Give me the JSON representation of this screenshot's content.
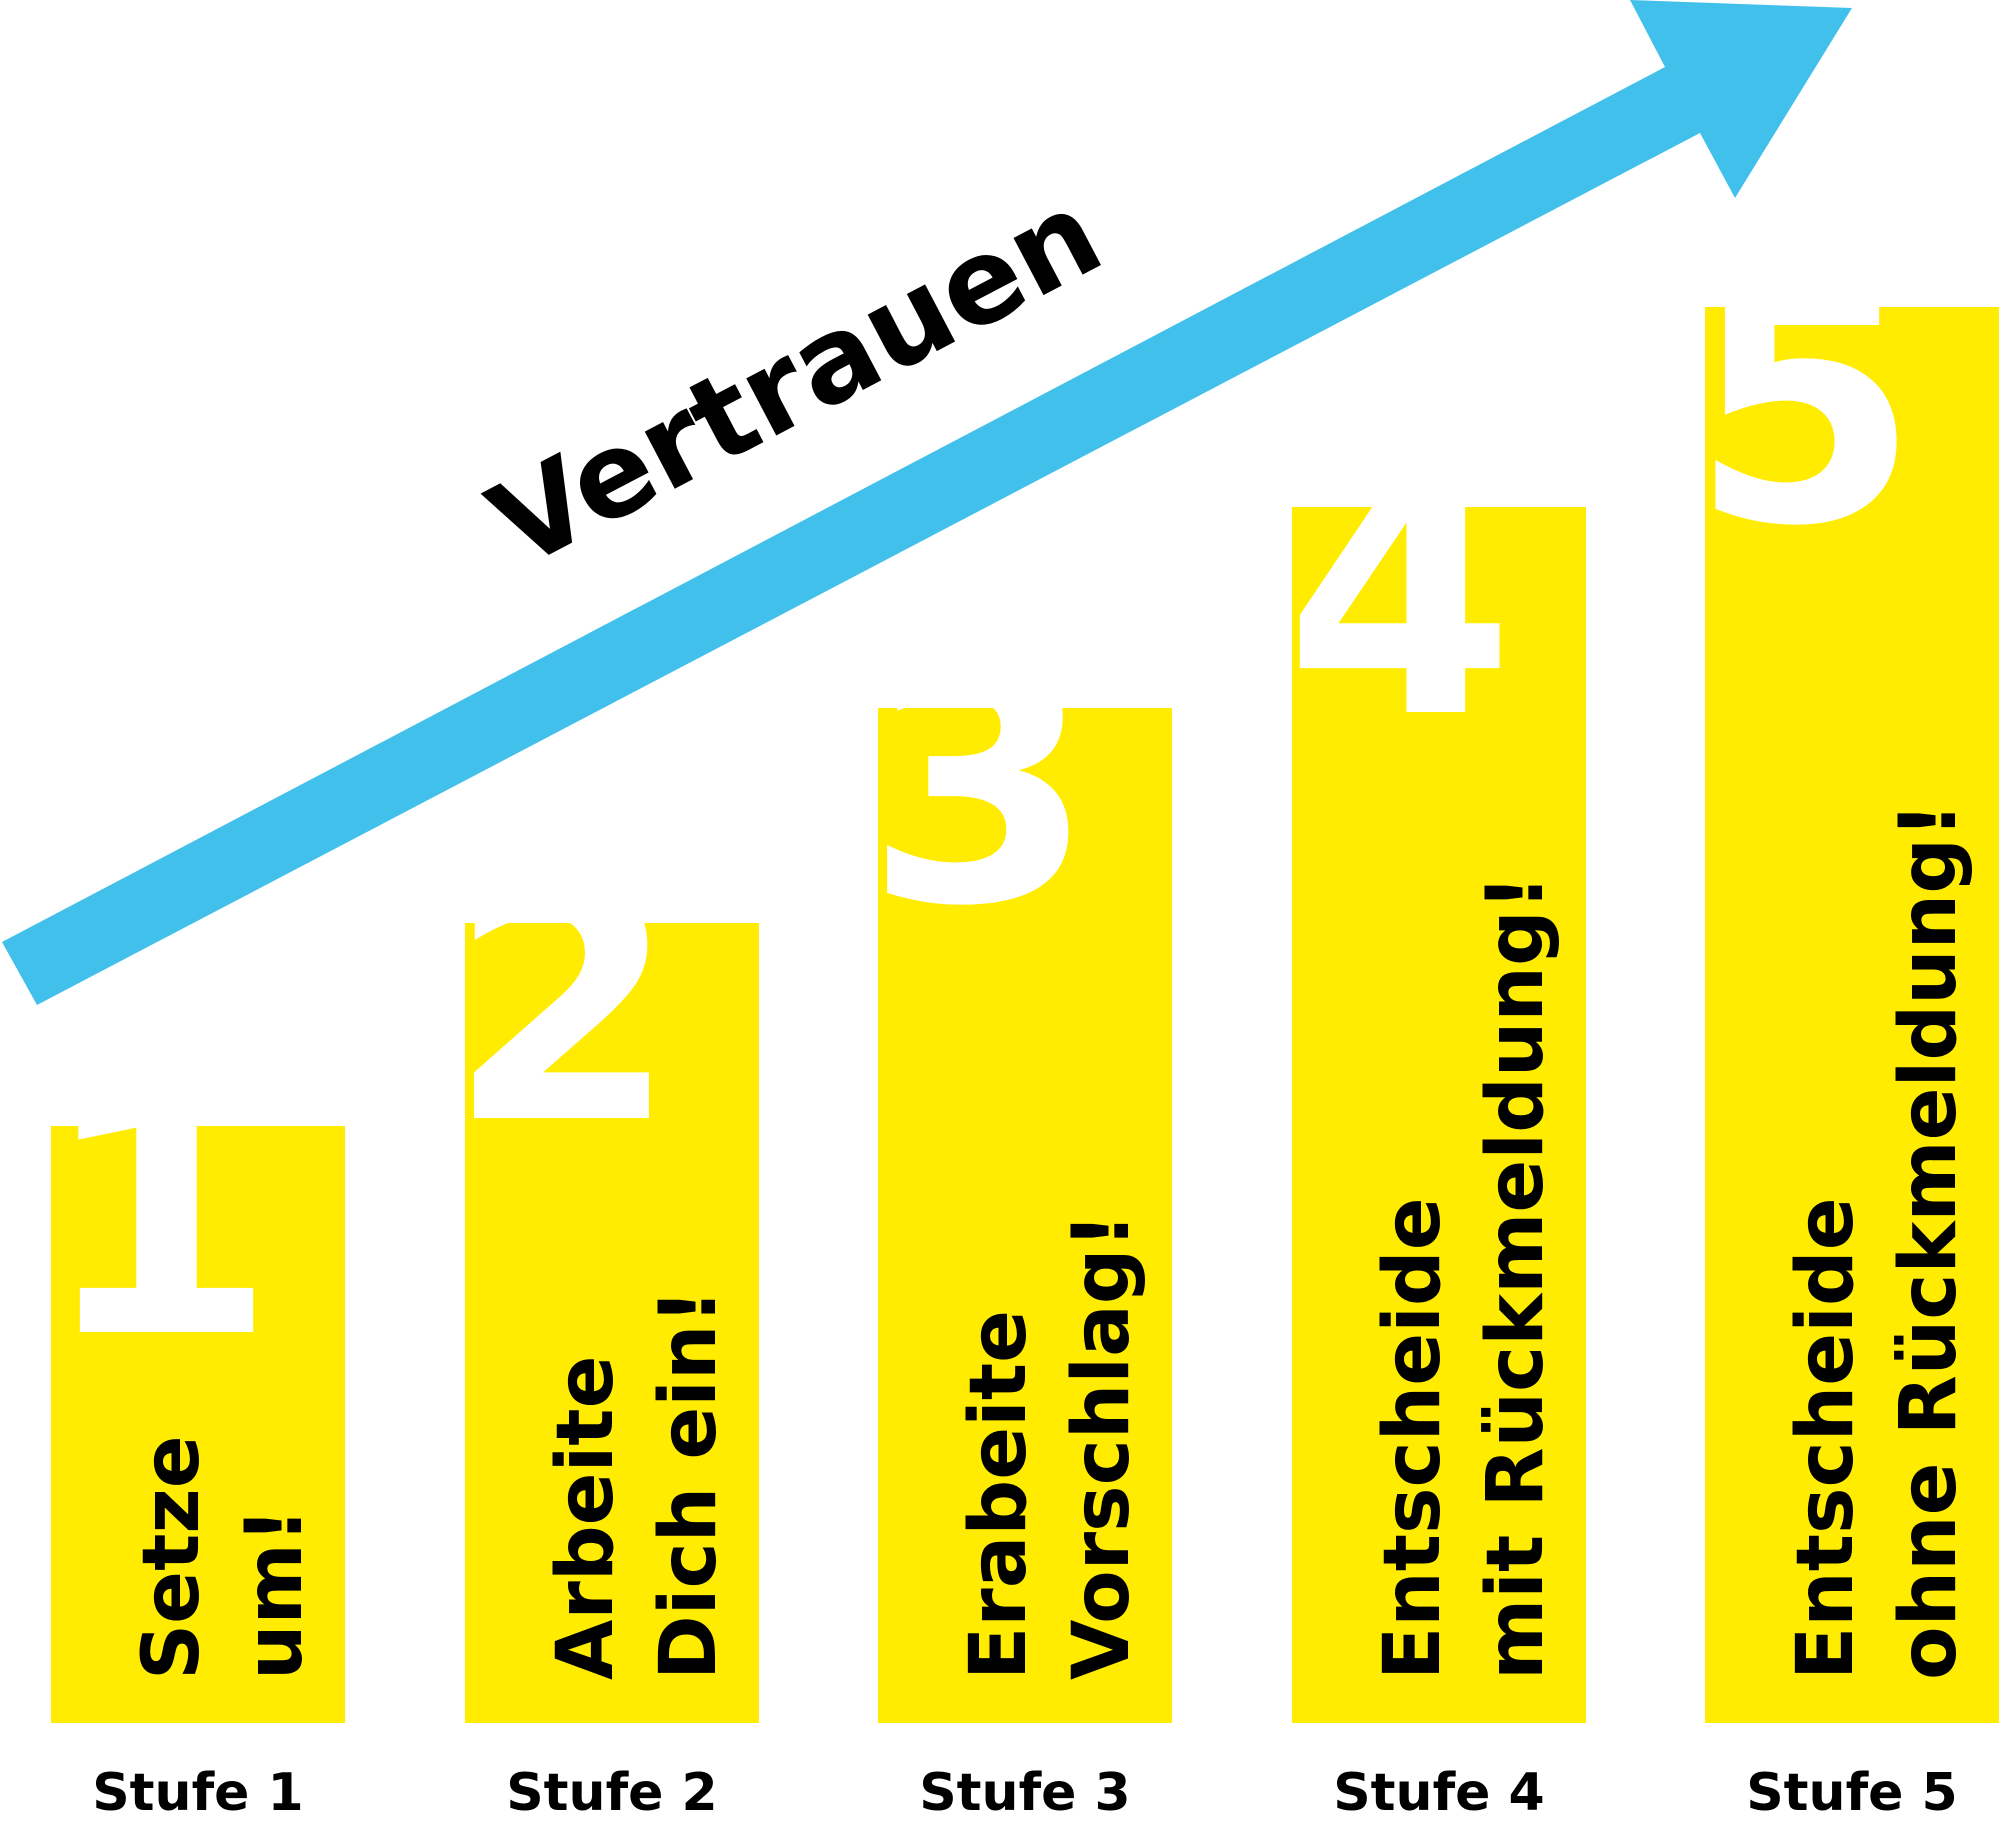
{
  "title": "Vertrauen",
  "colors": {
    "bar": "#ffec00",
    "arrow": "#42c0ec",
    "number": "#ffffff",
    "text": "#000000"
  },
  "steps": [
    {
      "number": "1",
      "line1": "Setze",
      "line2": "um!",
      "label": "Stufe 1"
    },
    {
      "number": "2",
      "line1": "Arbeite",
      "line2": "Dich ein!",
      "label": "Stufe 2"
    },
    {
      "number": "3",
      "line1": "Erabeite",
      "line2": "Vorschlag!",
      "label": "Stufe 3"
    },
    {
      "number": "4",
      "line1": "Entscheide",
      "line2": "mit Rückmeldung!",
      "label": "Stufe 4"
    },
    {
      "number": "5",
      "line1": "Entscheide",
      "line2": "ohne Rückmeldung!",
      "label": "Stufe 5"
    }
  ]
}
